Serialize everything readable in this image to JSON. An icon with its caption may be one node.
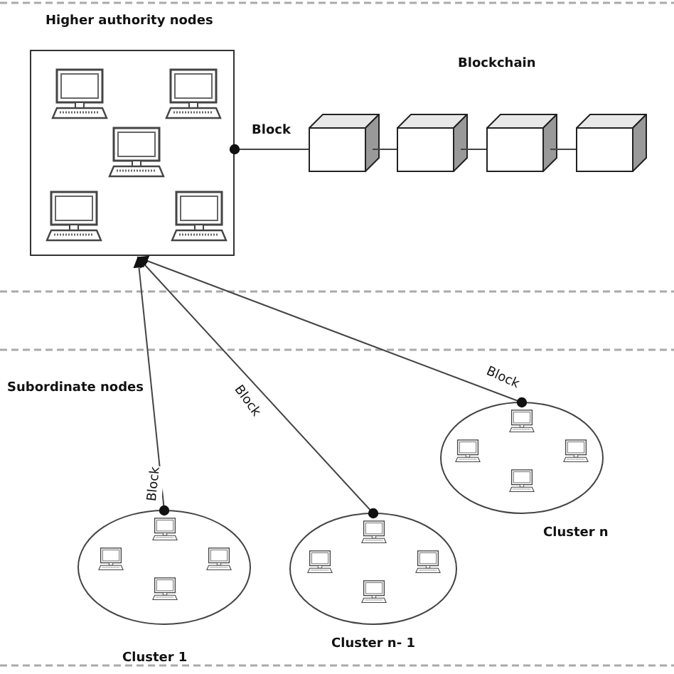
{
  "diagram": {
    "nodes": [
      {
        "text": [
          "Higher authority nodes"
        ]
      },
      {
        "text": [],
        "shape": "box"
      },
      {
        "text": [],
        "shape": "box"
      },
      {
        "text": [],
        "shape": "box"
      },
      {
        "text": [],
        "shape": "box"
      },
      {
        "text": [
          "Cluster 1"
        ]
      },
      {
        "text": [
          "Cluster n- 1"
        ]
      },
      {
        "text": [
          "Cluster n"
        ]
      }
    ],
    "edges": [
      {
        "from": 0,
        "to": 1,
        "arrow": "other",
        "label": "Block"
      },
      {
        "from": 1,
        "to": 2,
        "arrow": "none"
      },
      {
        "from": 2,
        "to": 3,
        "arrow": "none"
      },
      {
        "from": 3,
        "to": 4,
        "arrow": "none"
      },
      {
        "from": 5,
        "to": 0,
        "arrow": "to",
        "label": "Block"
      },
      {
        "from": 6,
        "to": 0,
        "arrow": "to",
        "label": "Block"
      },
      {
        "from": 7,
        "to": 0,
        "arrow": "to",
        "label": "Block"
      }
    ],
    "labels": [
      "Blockchain",
      "Subordinate nodes"
    ]
  }
}
